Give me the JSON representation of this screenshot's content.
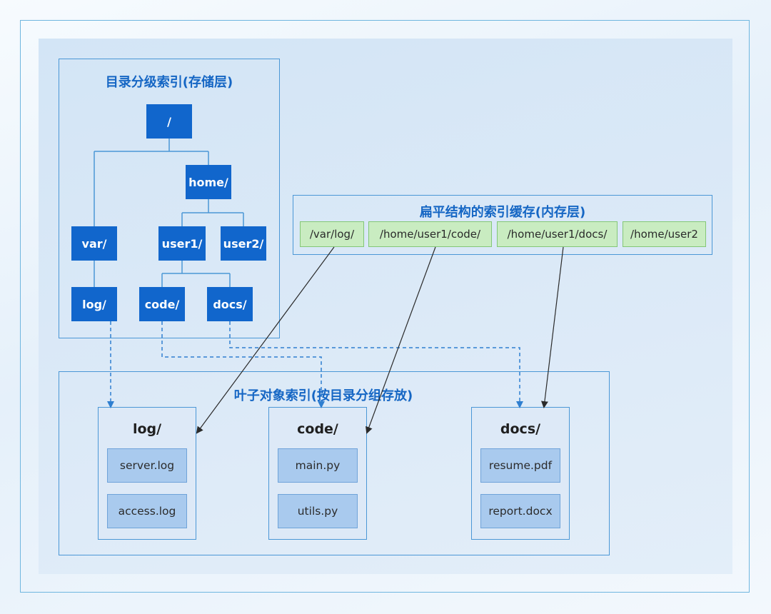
{
  "storage_layer": {
    "title": "目录分级索引(存储层)",
    "nodes": {
      "root": "/",
      "home": "home/",
      "var": "var/",
      "user1": "user1/",
      "user2": "user2/",
      "log": "log/",
      "code": "code/",
      "docs": "docs/"
    }
  },
  "cache_layer": {
    "title": "扁平结构的索引缓存(内存层)",
    "items": [
      "/var/log/",
      "/home/user1/code/",
      "/home/user1/docs/",
      "/home/user2"
    ]
  },
  "leaf_layer": {
    "title": "叶子对象索引(按目录分组存放)",
    "groups": [
      {
        "title": "log/",
        "files": [
          "server.log",
          "access.log"
        ]
      },
      {
        "title": "code/",
        "files": [
          "main.py",
          "utils.py"
        ]
      },
      {
        "title": "docs/",
        "files": [
          "resume.pdf",
          "report.docx"
        ]
      }
    ]
  },
  "colors": {
    "node_fill": "#1166cc",
    "title_text": "#1566c4",
    "panel_border": "#4b97d6",
    "cache_fill": "#c9ecc1",
    "file_fill": "#a9caee",
    "dashed_arrow": "#2f7fd0",
    "solid_arrow": "#2a2a2a"
  }
}
